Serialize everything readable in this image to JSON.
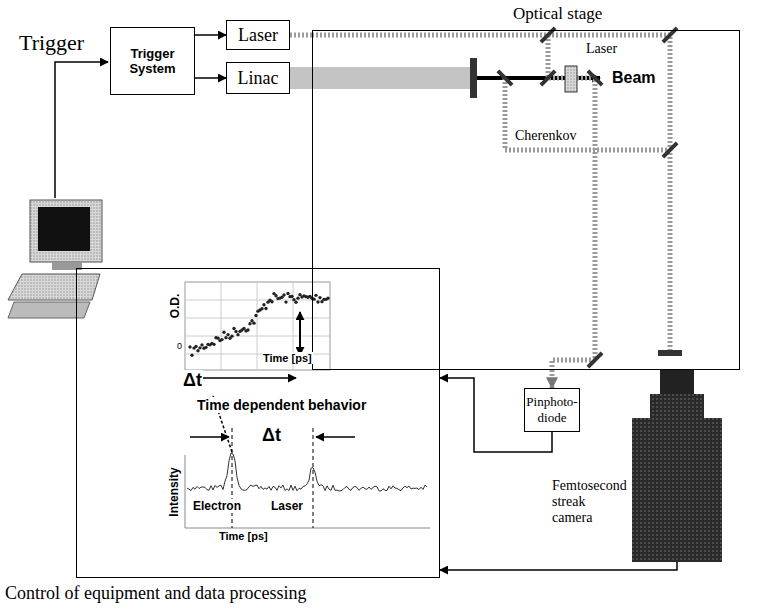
{
  "diagram": {
    "nodes": [
      {
        "text": [
          "Trigger System"
        ]
      },
      {
        "text": [
          "Laser"
        ]
      },
      {
        "text": [
          "Linac"
        ]
      },
      {
        "text": [
          "Optical stage"
        ]
      },
      {
        "text": [
          "Pinphoto- diode"
        ]
      },
      {
        "text": [
          "Femtosecond streak camera"
        ]
      },
      {
        "text": [
          "Control of equipment and data processing"
        ]
      }
    ],
    "edges": [
      {
        "from": 0,
        "to": 1,
        "arrow": "to"
      },
      {
        "from": 0,
        "to": 2,
        "arrow": "to"
      },
      {
        "from": 1,
        "to": 3,
        "arrow": "none"
      },
      {
        "from": 2,
        "to": 3,
        "arrow": "none"
      },
      {
        "from": 4,
        "to": 6,
        "arrow": "to"
      },
      {
        "from": 5,
        "to": 6,
        "arrow": "to"
      },
      {
        "from": 3,
        "to": 4,
        "arrow": "to"
      }
    ],
    "labels": [
      "Trigger",
      "Laser",
      "Beam",
      "Cherenkov",
      "O.D.",
      "0",
      "Time [ps]",
      "Δt",
      "Time dependent behavior",
      "Intensity",
      "Electron",
      "Laser",
      "Time [ps]",
      "Δt"
    ]
  }
}
